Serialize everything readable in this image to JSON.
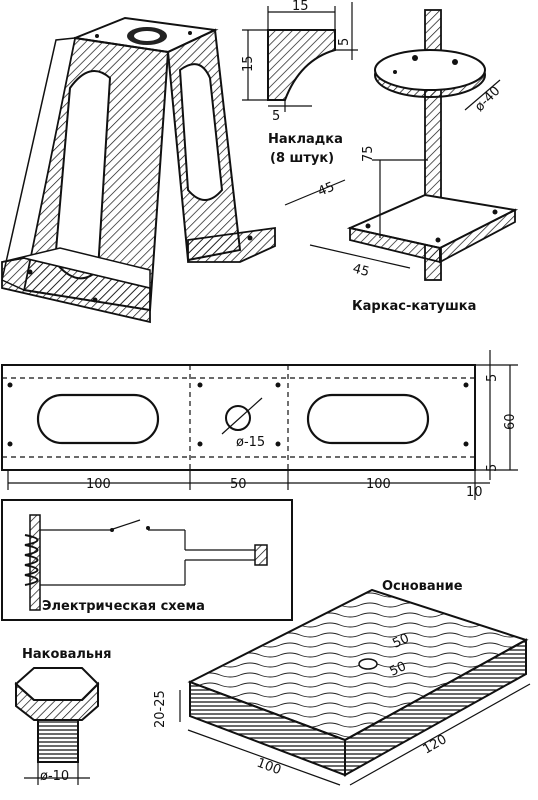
{
  "plate": {
    "label": "Накладка",
    "sublabel": "(8 штук)",
    "dim_top": "15",
    "dim_left": "15",
    "dim_right": "5",
    "dim_bottom": "5"
  },
  "coil": {
    "label": "Каркас-катушка",
    "dim_diameter": "ø-40",
    "dim_height": "75",
    "dim_width1": "45",
    "dim_width2": "45"
  },
  "strip": {
    "dim_seg1": "100",
    "dim_seg2": "50",
    "dim_seg3": "100",
    "dim_end": "10",
    "dim_height": "60",
    "dim_top_margin": "5",
    "dim_bottom_margin": "5",
    "dim_hole": "ø-15"
  },
  "schematic": {
    "label": "Электрическая схема"
  },
  "anvil": {
    "label": "Наковальня",
    "dim_diameter": "ø-10"
  },
  "base": {
    "label": "Основание",
    "dim_thickness": "20-25",
    "dim_length": "100",
    "dim_width": "120",
    "dim_mark1": "50",
    "dim_mark2": "50"
  }
}
